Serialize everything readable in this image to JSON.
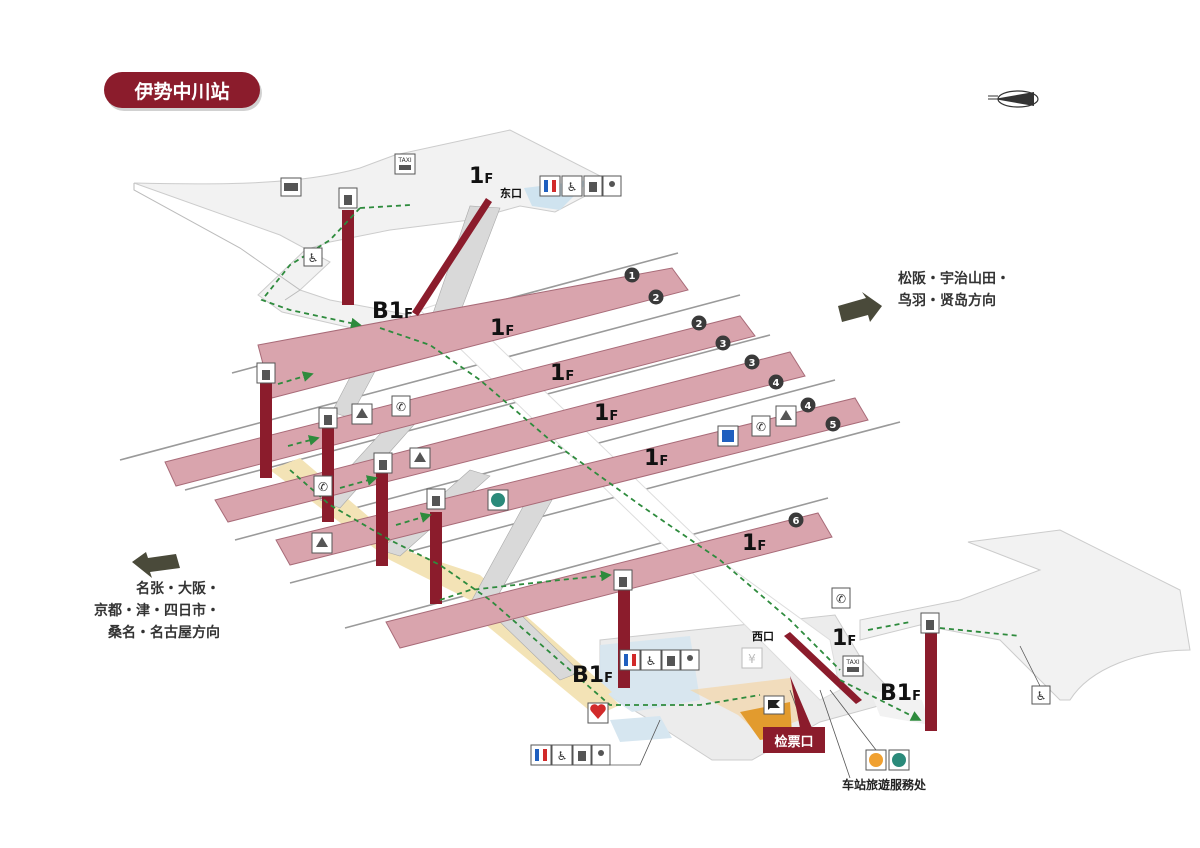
{
  "station": {
    "title": "伊势中川站"
  },
  "directions": {
    "east_line1": "松阪・宇治山田・",
    "east_line2": "鸟羽・贤岛方向",
    "west_line1": "名张・大阪・",
    "west_line2": "京都・津・四日市・",
    "west_line3": "桑名・名古屋方向"
  },
  "floors": {
    "f1": "1",
    "b1": "B1",
    "suffix": "F",
    "east_exit": "东口",
    "west_exit": "西口"
  },
  "ticket_gate": "检票口",
  "tourist_service": "车站旅遊服務处",
  "platforms": [
    "1",
    "2",
    "2",
    "3",
    "3",
    "4",
    "4",
    "5",
    "6"
  ],
  "icons": {
    "taxi_text": "TAXI",
    "compass": "north-arrow-icon",
    "colors": {
      "platform": "#d9a4ad",
      "platform_edge": "#a86b78",
      "pillar": "#8b1c2c",
      "corridor": "#f3e3b6",
      "route": "#2e8b3d",
      "floor": "#eeeeee"
    }
  }
}
